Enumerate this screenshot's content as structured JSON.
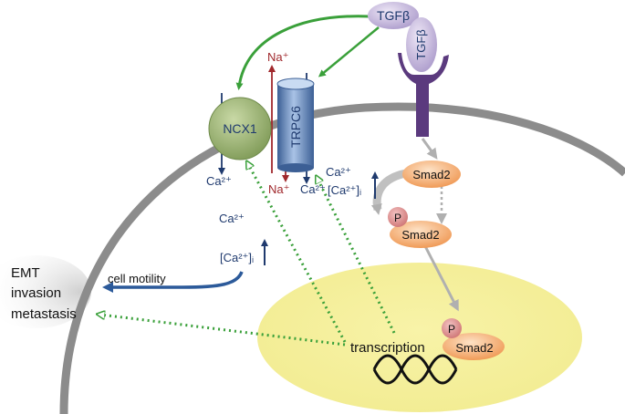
{
  "labels": {
    "tgfb_ligand": "TGFβ",
    "tgfb_receptor": "TGFβ",
    "ncx1": "NCX1",
    "trpc6": "TRPC6",
    "na_top": "Na⁺",
    "na_bottom": "Na⁺",
    "ca_ncx1": "Ca²⁺",
    "ca_trpc6": "Ca²⁺",
    "ca_upper_right": "Ca²⁺",
    "ca_mid": "Ca²⁺",
    "ca_i_right": "[Ca²⁺]ᵢ",
    "ca_i_left": "[Ca²⁺]ᵢ",
    "smad2_top": "Smad2",
    "smad2_mid": "Smad2",
    "smad2_nucleus": "Smad2",
    "p_mid": "P",
    "p_nucleus": "P",
    "cell_motility": "cell motility",
    "transcription": "transcription",
    "emt": "EMT",
    "invasion": "invasion",
    "metastasis": "metastasis"
  },
  "colors": {
    "membrane": "#8c8c8c",
    "nucleus": "#f5f0a0",
    "ncx1": "#8fa86a",
    "trpc6": "#5a7fb5",
    "tgfb": "#b9a8d4",
    "receptor": "#5b3a7e",
    "smad": "#f0a060",
    "phospho": "#d98080",
    "green_arrow": "#3aa03a",
    "blue_arrow": "#1f3a6e",
    "red_arrow": "#a0282c",
    "gray_arrow": "#b0b0b0"
  }
}
